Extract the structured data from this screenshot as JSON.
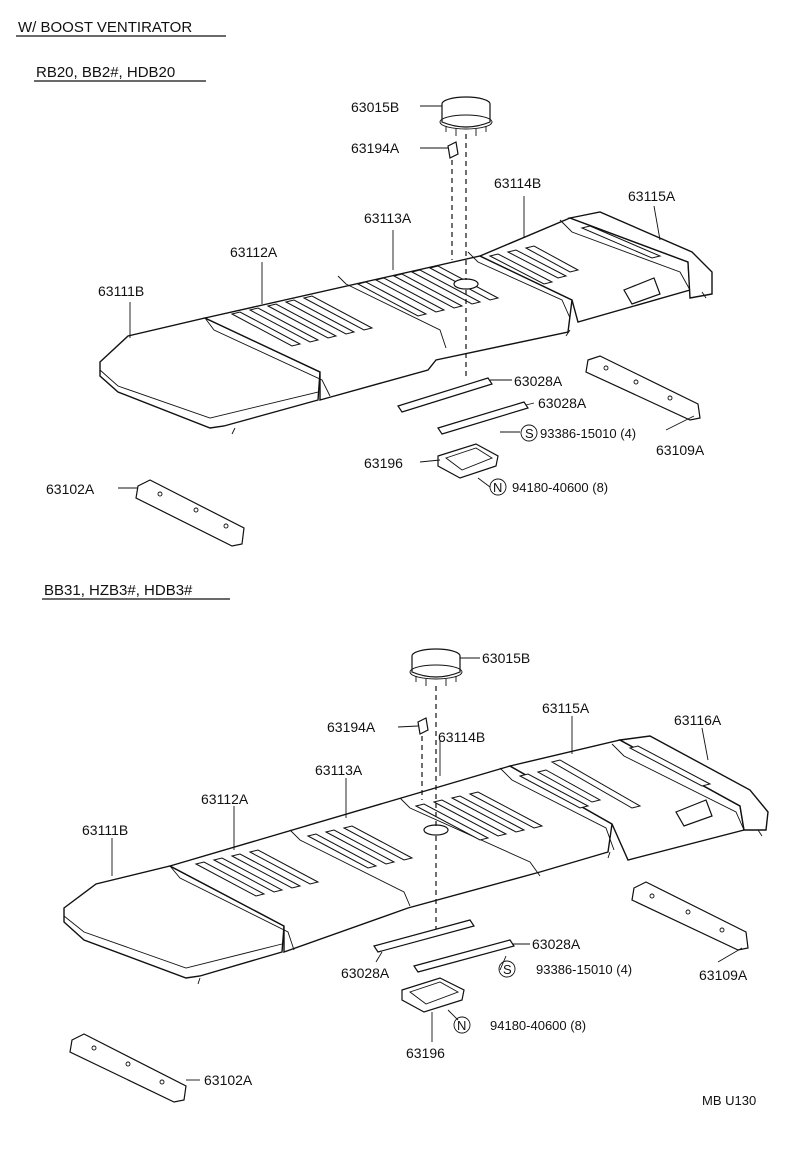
{
  "title": "W/ BOOST VENTIRATOR",
  "catalog_code": "MB U130",
  "section_top": {
    "heading": "RB20, BB2#, HDB20",
    "labels": {
      "p63015B": "63015B",
      "p63194A": "63194A",
      "p63114B": "63114B",
      "p63115A": "63115A",
      "p63113A": "63113A",
      "p63112A": "63112A",
      "p63111B": "63111B",
      "p63028A_1": "63028A",
      "p63028A_2": "63028A",
      "screw_symbol": "S",
      "screw": "93386-15010 (4)",
      "p63109A": "63109A",
      "p63196": "63196",
      "nut_symbol": "N",
      "nut": "94180-40600 (8)",
      "p63102A": "63102A"
    }
  },
  "section_bottom": {
    "heading": "BB31, HZB3#, HDB3#",
    "labels": {
      "p63015B": "63015B",
      "p63194A": "63194A",
      "p63114B": "63114B",
      "p63115A": "63115A",
      "p63116A": "63116A",
      "p63113A": "63113A",
      "p63112A": "63112A",
      "p63111B": "63111B",
      "p63028A_1": "63028A",
      "p63028A_2": "63028A",
      "screw_symbol": "S",
      "screw": "93386-15010 (4)",
      "p63109A": "63109A",
      "p63196": "63196",
      "nut_symbol": "N",
      "nut": "94180-40600 (8)",
      "p63102A": "63102A"
    }
  }
}
